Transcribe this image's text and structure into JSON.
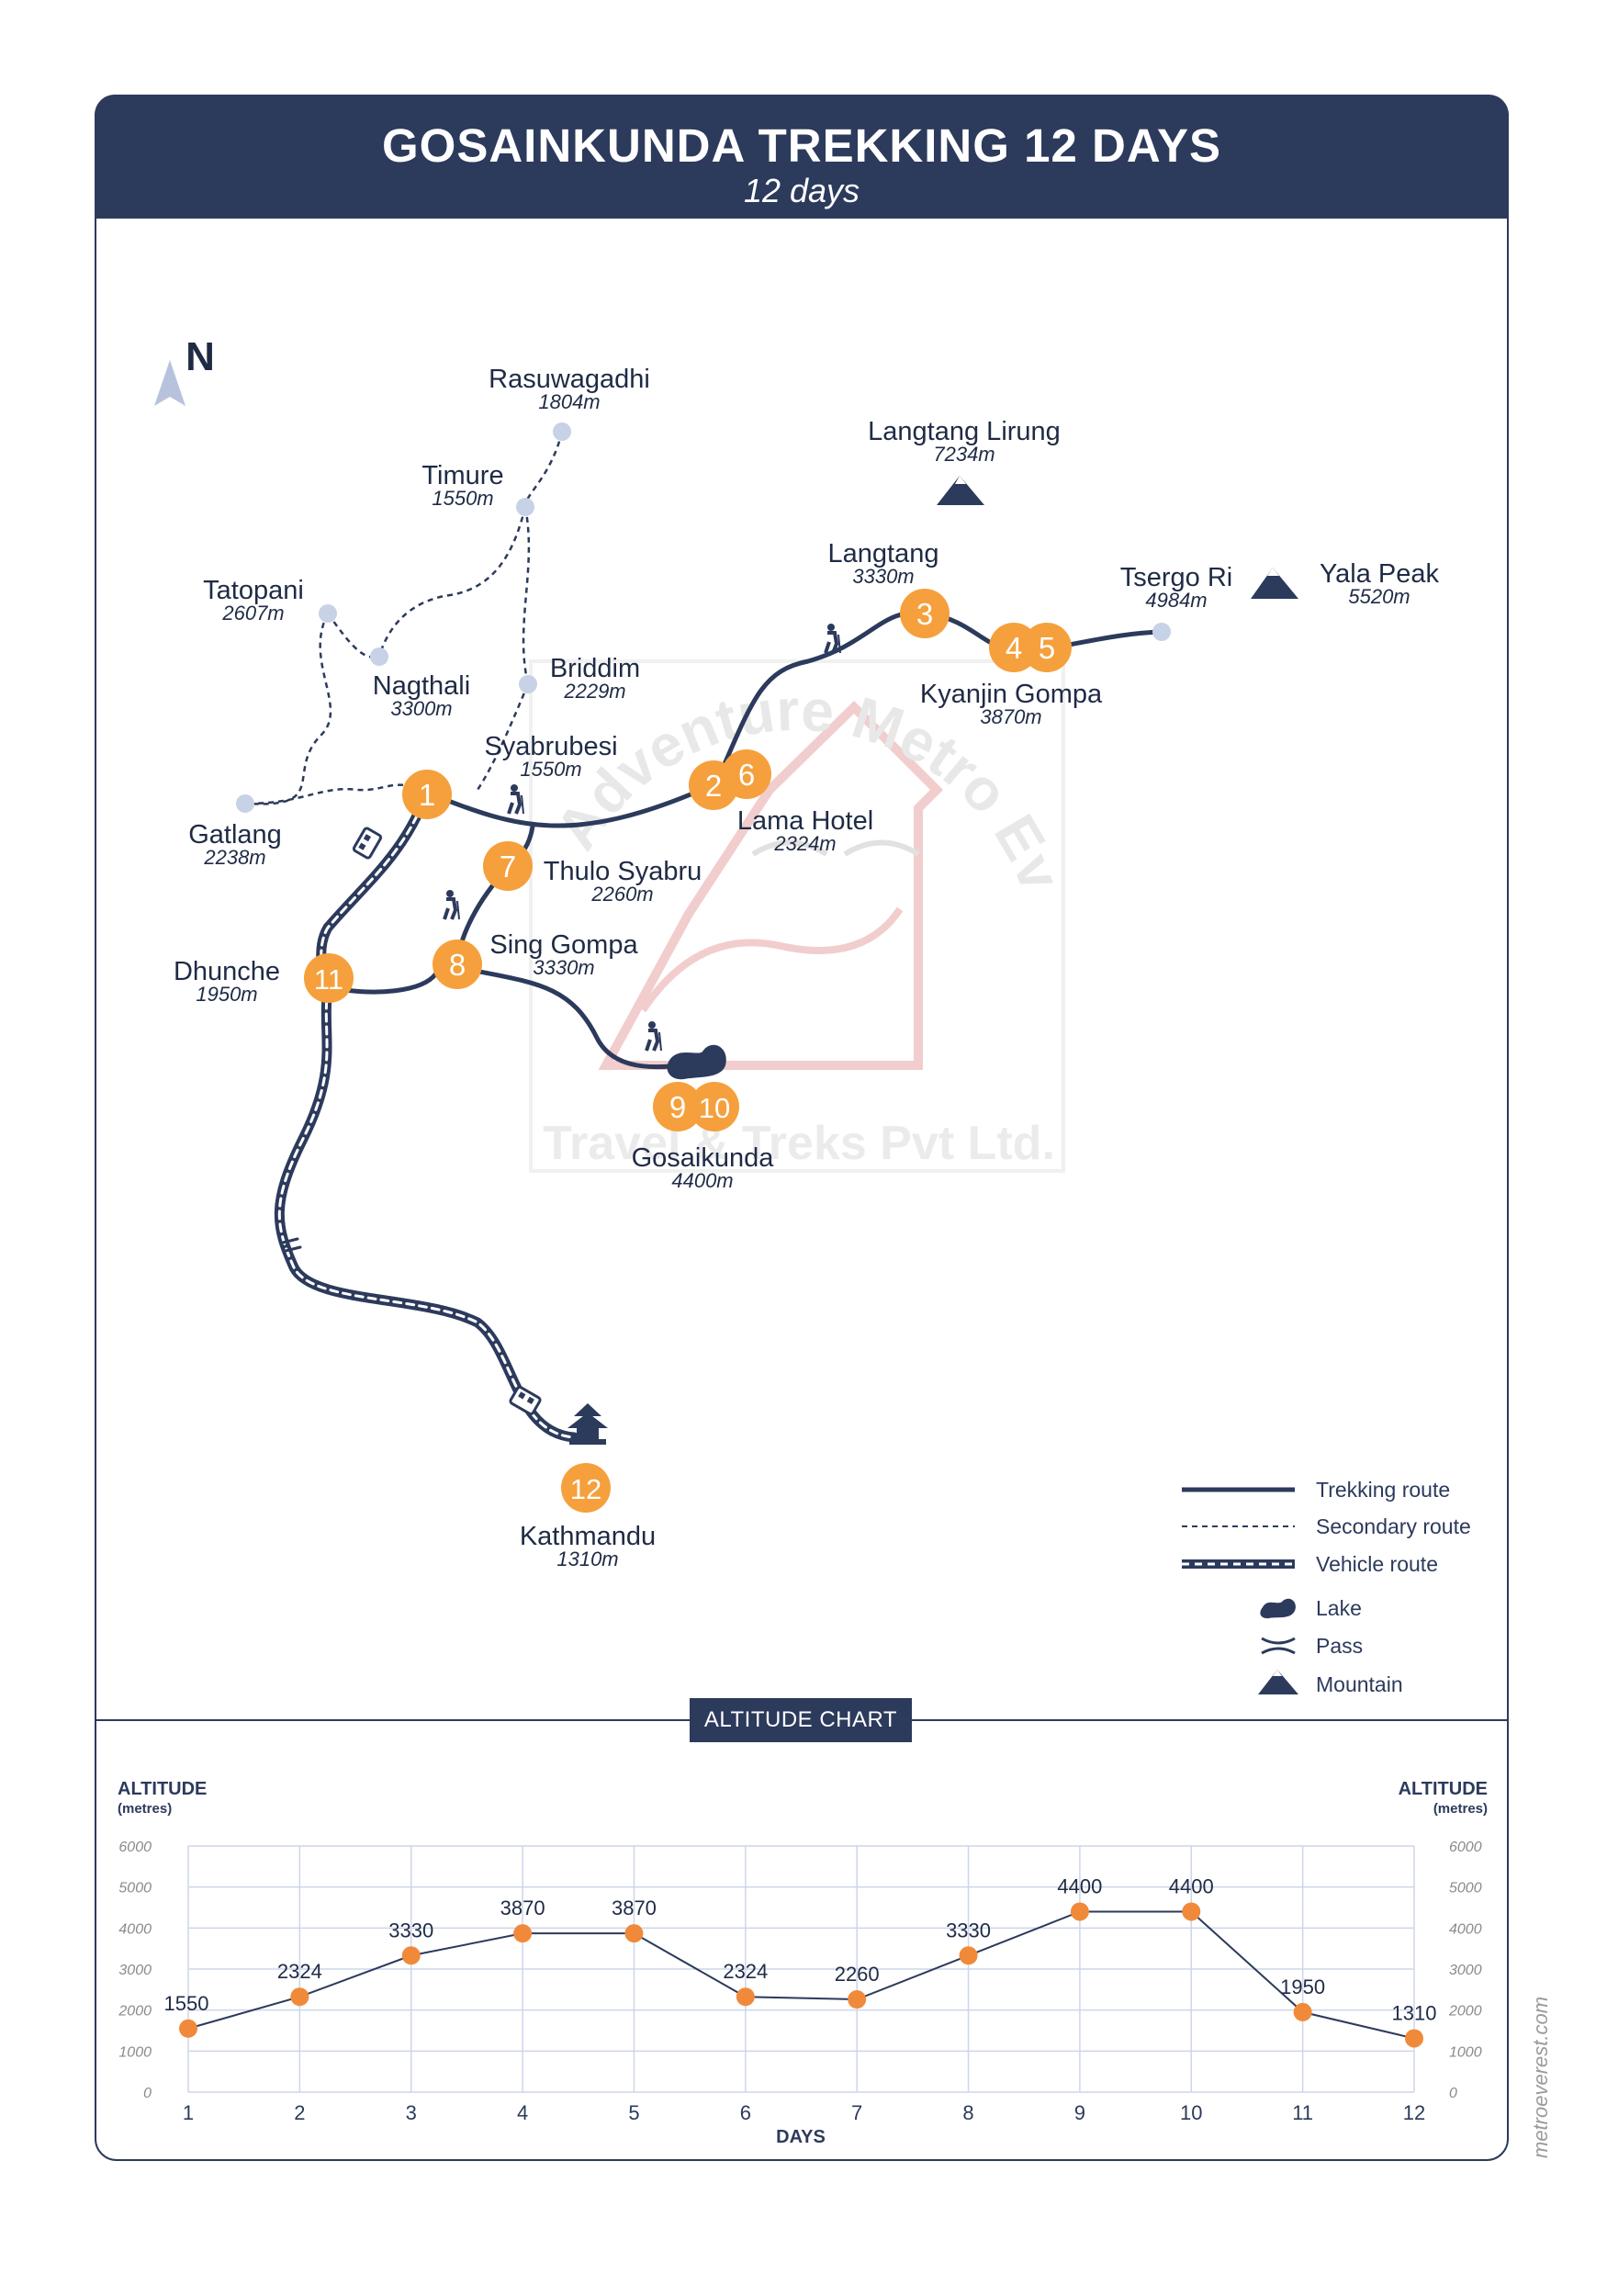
{
  "title": "GOSAINKUNDA TREKKING 12 DAYS",
  "subtitle": "12 days",
  "north_label": "N",
  "website": "metroeverest.com",
  "watermark": {
    "arc_text": "Adventure Metro Everest",
    "bottom_text": "Travel & Treks Pvt Ltd."
  },
  "places": [
    {
      "id": "rasuwagadhi",
      "name": "Rasuwagadhi",
      "alt": "1804m"
    },
    {
      "id": "timure",
      "name": "Timure",
      "alt": "1550m"
    },
    {
      "id": "tatopani",
      "name": "Tatopani",
      "alt": "2607m"
    },
    {
      "id": "nagthali",
      "name": "Nagthali",
      "alt": "3300m"
    },
    {
      "id": "briddim",
      "name": "Briddim",
      "alt": "2229m"
    },
    {
      "id": "gatlang",
      "name": "Gatlang",
      "alt": "2238m"
    },
    {
      "id": "syabrubesi",
      "name": "Syabrubesi",
      "alt": "1550m"
    },
    {
      "id": "lama-hotel",
      "name": "Lama Hotel",
      "alt": "2324m"
    },
    {
      "id": "langtang",
      "name": "Langtang",
      "alt": "3330m"
    },
    {
      "id": "kyanjin-gompa",
      "name": "Kyanjin Gompa",
      "alt": "3870m"
    },
    {
      "id": "tsergo-ri",
      "name": "Tsergo Ri",
      "alt": "4984m"
    },
    {
      "id": "yala-peak",
      "name": "Yala Peak",
      "alt": "5520m"
    },
    {
      "id": "langtang-lirung",
      "name": "Langtang Lirung",
      "alt": "7234m"
    },
    {
      "id": "thulo-syabru",
      "name": "Thulo Syabru",
      "alt": "2260m"
    },
    {
      "id": "sing-gompa",
      "name": "Sing Gompa",
      "alt": "3330m"
    },
    {
      "id": "dhunche",
      "name": "Dhunche",
      "alt": "1950m"
    },
    {
      "id": "gosaikunda",
      "name": "Gosaikunda",
      "alt": "4400m"
    },
    {
      "id": "kathmandu",
      "name": "Kathmandu",
      "alt": "1310m"
    }
  ],
  "day_markers": [
    "1",
    "2",
    "6",
    "3",
    "4",
    "5",
    "7",
    "8",
    "11",
    "9",
    "10",
    "12"
  ],
  "legend": {
    "trekking": "Trekking route",
    "secondary": "Secondary route",
    "vehicle": "Vehicle route",
    "lake": "Lake",
    "pass": "Pass",
    "mountain": "Mountain"
  },
  "colors": {
    "navy": "#2c3a5c",
    "orange": "#f5a03c",
    "chart_point": "#f08a3a",
    "node_grey": "#c8d2e6",
    "watermark": "#e8b4b4"
  },
  "altitude_chart": {
    "badge": "ALTITUDE CHART",
    "y_title": "ALTITUDE",
    "y_unit": "(metres)",
    "x_title": "DAYS"
  },
  "chart_data": {
    "type": "line",
    "x": [
      1,
      2,
      3,
      4,
      5,
      6,
      7,
      8,
      9,
      10,
      11,
      12
    ],
    "values": [
      1550,
      2324,
      3330,
      3870,
      3870,
      2324,
      2260,
      3330,
      4400,
      4400,
      1950,
      1310
    ],
    "ylim": [
      0,
      6000
    ],
    "yticks": [
      0,
      1000,
      2000,
      3000,
      4000,
      5000,
      6000
    ],
    "xlabel": "DAYS",
    "ylabel": "ALTITUDE",
    "grid": true
  }
}
